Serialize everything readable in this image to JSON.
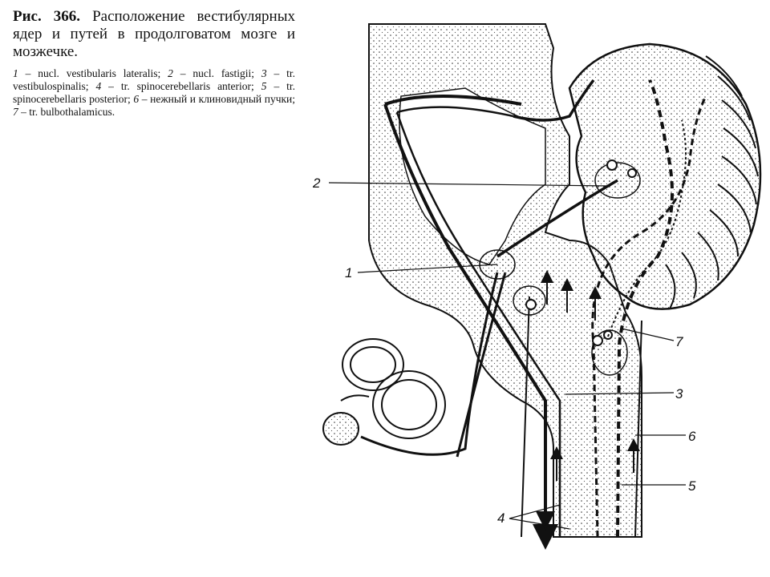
{
  "caption": {
    "fig_number": "Рис. 366.",
    "title": "Расположение вестибулярных ядер и путей в продолговатом мозге и мозжечке.",
    "legend": [
      {
        "num": "1",
        "text": "nucl. vestibularis lateralis;"
      },
      {
        "num": "2",
        "text": "nucl. fastigii;"
      },
      {
        "num": "3",
        "text": "tr. vestibulospinalis;"
      },
      {
        "num": "4",
        "text": "tr. spinocerebellaris anterior;"
      },
      {
        "num": "5",
        "text": "tr. spinocerebellaris posterior;"
      },
      {
        "num": "6",
        "text": "нежный и клиновидный пучки;"
      },
      {
        "num": "7",
        "text": "tr. bulbothalamicus."
      }
    ]
  },
  "figure": {
    "labels": [
      "1",
      "2",
      "3",
      "4",
      "5",
      "6",
      "7"
    ],
    "icons": [
      "cerebellum-folia",
      "brainstem-outline",
      "semicircular-canals",
      "nucleus-circle",
      "pathway-arrow"
    ]
  }
}
